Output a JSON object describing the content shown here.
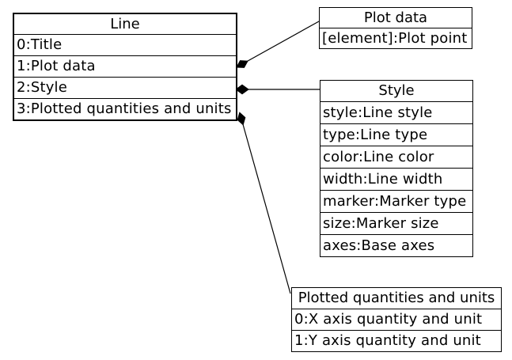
{
  "diagram": {
    "colors": {
      "background": "#ffffff",
      "box_fill": "#ffffff",
      "border": "#000000",
      "text": "#000000",
      "connector": "#000000"
    },
    "nodes": [
      {
        "title": "Line",
        "rows": [
          "0:Title",
          "1:Plot data",
          "2:Style",
          "3:Plotted quantities and units"
        ]
      },
      {
        "title": "Plot data",
        "rows": [
          "[element]:Plot point"
        ]
      },
      {
        "title": "Style",
        "rows": [
          "style:Line style",
          "type:Line type",
          "color:Line color",
          "width:Line width",
          "marker:Marker type",
          "size:Marker size",
          "axes:Base axes"
        ]
      },
      {
        "title": "Plotted quantities and units",
        "rows": [
          "0:X axis quantity and unit",
          "1:Y axis quantity and unit"
        ]
      }
    ],
    "connections": [
      {
        "from_node": "Line",
        "from_row": "1:Plot data",
        "to_node": "Plot data",
        "marker": "filled-diamond"
      },
      {
        "from_node": "Line",
        "from_row": "2:Style",
        "to_node": "Style",
        "marker": "filled-diamond"
      },
      {
        "from_node": "Line",
        "from_row": "3:Plotted quantities and units",
        "to_node": "Plotted quantities and units",
        "marker": "filled-diamond"
      }
    ]
  }
}
